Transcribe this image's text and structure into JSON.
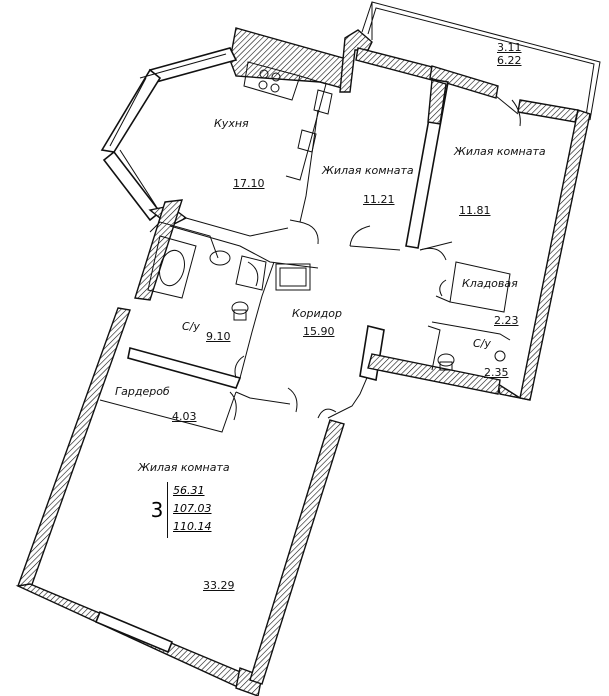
{
  "rooms": {
    "balcony": {
      "area_top": "3.11",
      "area_bottom": "6.22"
    },
    "kitchen": {
      "label": "Кухня",
      "area": "17.10"
    },
    "living1": {
      "label": "Жилая комната",
      "area": "11.21"
    },
    "living2": {
      "label": "Жилая комната",
      "area": "11.81"
    },
    "storage": {
      "label": "Кладовая",
      "area": "2.23"
    },
    "bath2": {
      "label": "С/у",
      "area": "2.35"
    },
    "bath1": {
      "label": "С/у",
      "area": "9.10"
    },
    "corridor": {
      "label": "Коридор",
      "area": "15.90"
    },
    "wardrobe": {
      "label": "Гардероб",
      "area": "4.03"
    },
    "living3": {
      "label": "Жилая комната",
      "area": "33.29"
    }
  },
  "summary": {
    "rooms_count": "3",
    "living_area": "56.31",
    "total_area": "107.03",
    "total_with_balcony": "110.14"
  }
}
